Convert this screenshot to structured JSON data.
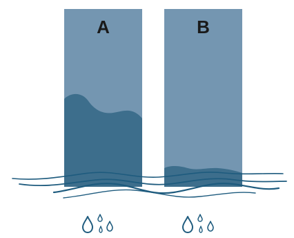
{
  "columns": [
    {
      "id": "A",
      "label": "A",
      "fill_level_fraction": 0.55,
      "wave_amplitude": "large"
    },
    {
      "id": "B",
      "label": "B",
      "fill_level_fraction": 0.12,
      "wave_amplitude": "small"
    }
  ],
  "drops_icon": "water-drops-icon",
  "colors": {
    "column_bg": "#7496B1",
    "column_fill": "#3D6E8C",
    "water_line": "#1E5B7E",
    "drop_stroke": "#1E5B7E",
    "label_text": "#1a1a1a"
  }
}
